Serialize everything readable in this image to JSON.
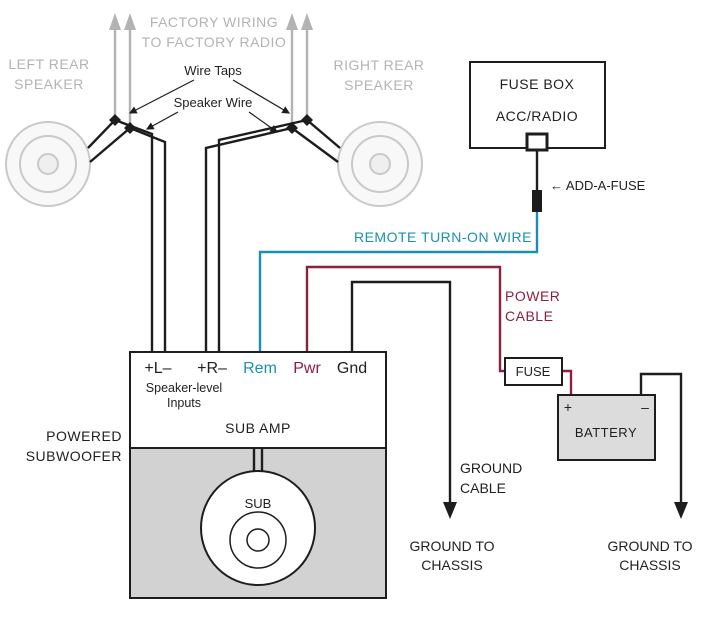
{
  "colors": {
    "remote_wire": "#1a8fb0",
    "power_wire": "#8e1f3e",
    "factory_gray": "#b3b3b3",
    "speaker_gray": "#c9c9c9",
    "wire_black": "#1d1d1d",
    "sub_fill": "#d2d2d2",
    "battery_fill": "#dcdcdc"
  },
  "labels": {
    "left_speaker_line1": "LEFT REAR",
    "left_speaker_line2": "SPEAKER",
    "right_speaker_line1": "RIGHT REAR",
    "right_speaker_line2": "SPEAKER",
    "factory_line1": "FACTORY WIRING",
    "factory_line2": "TO FACTORY RADIO",
    "wire_taps": "Wire Taps",
    "speaker_wire": "Speaker Wire",
    "fuse_box": "FUSE BOX",
    "acc_radio": "ACC/RADIO",
    "add_a_fuse": "← ADD-A-FUSE",
    "remote_turn_on": "REMOTE TURN-ON WIRE",
    "power_line1": "POWER",
    "power_line2": "CABLE",
    "fuse": "FUSE",
    "battery": "BATTERY",
    "plus": "+",
    "minus": "–",
    "ground_cable_line1": "GROUND",
    "ground_cable_line2": "CABLE",
    "ground_chassis_line1": "GROUND TO",
    "ground_chassis_line2": "CHASSIS",
    "terminal_left": "+L–",
    "terminal_right": "+R–",
    "terminal_rem": "Rem",
    "terminal_pwr": "Pwr",
    "terminal_gnd": "Gnd",
    "speaker_level_line1": "Speaker-level",
    "speaker_level_line2": "Inputs",
    "sub_amp": "SUB AMP",
    "powered_line1": "POWERED",
    "powered_line2": "SUBWOOFER",
    "sub": "SUB"
  }
}
